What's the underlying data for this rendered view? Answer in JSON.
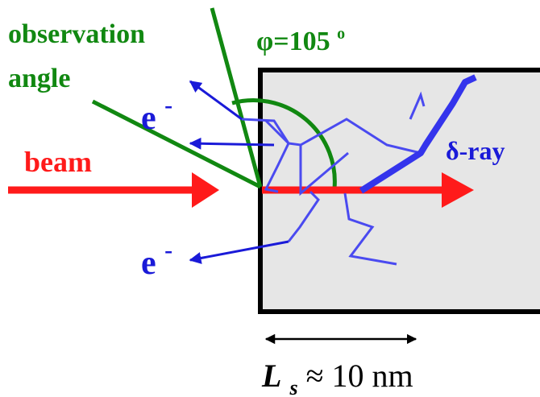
{
  "labels": {
    "observation_line1": "observation",
    "observation_line2": "angle",
    "phi_text": "φ=105",
    "phi_superscript": "o",
    "beam": "beam",
    "electron_upper": "e",
    "electron_upper_sup": "-",
    "electron_lower": "e",
    "electron_lower_sup": "-",
    "delta_ray": "δ-ray",
    "length_symbol": "L",
    "length_subscript": "s",
    "length_value": " ≈ 10 nm"
  },
  "colors": {
    "beam": "#ff1a1a",
    "observation": "#118811",
    "electrons": "#1a1ad8",
    "tracks": "#4a4af0",
    "target_fill": "#e6e6e6",
    "target_border": "#000000",
    "scale_arrow": "#000000"
  },
  "values": {
    "observation_angle_deg": 105
  }
}
